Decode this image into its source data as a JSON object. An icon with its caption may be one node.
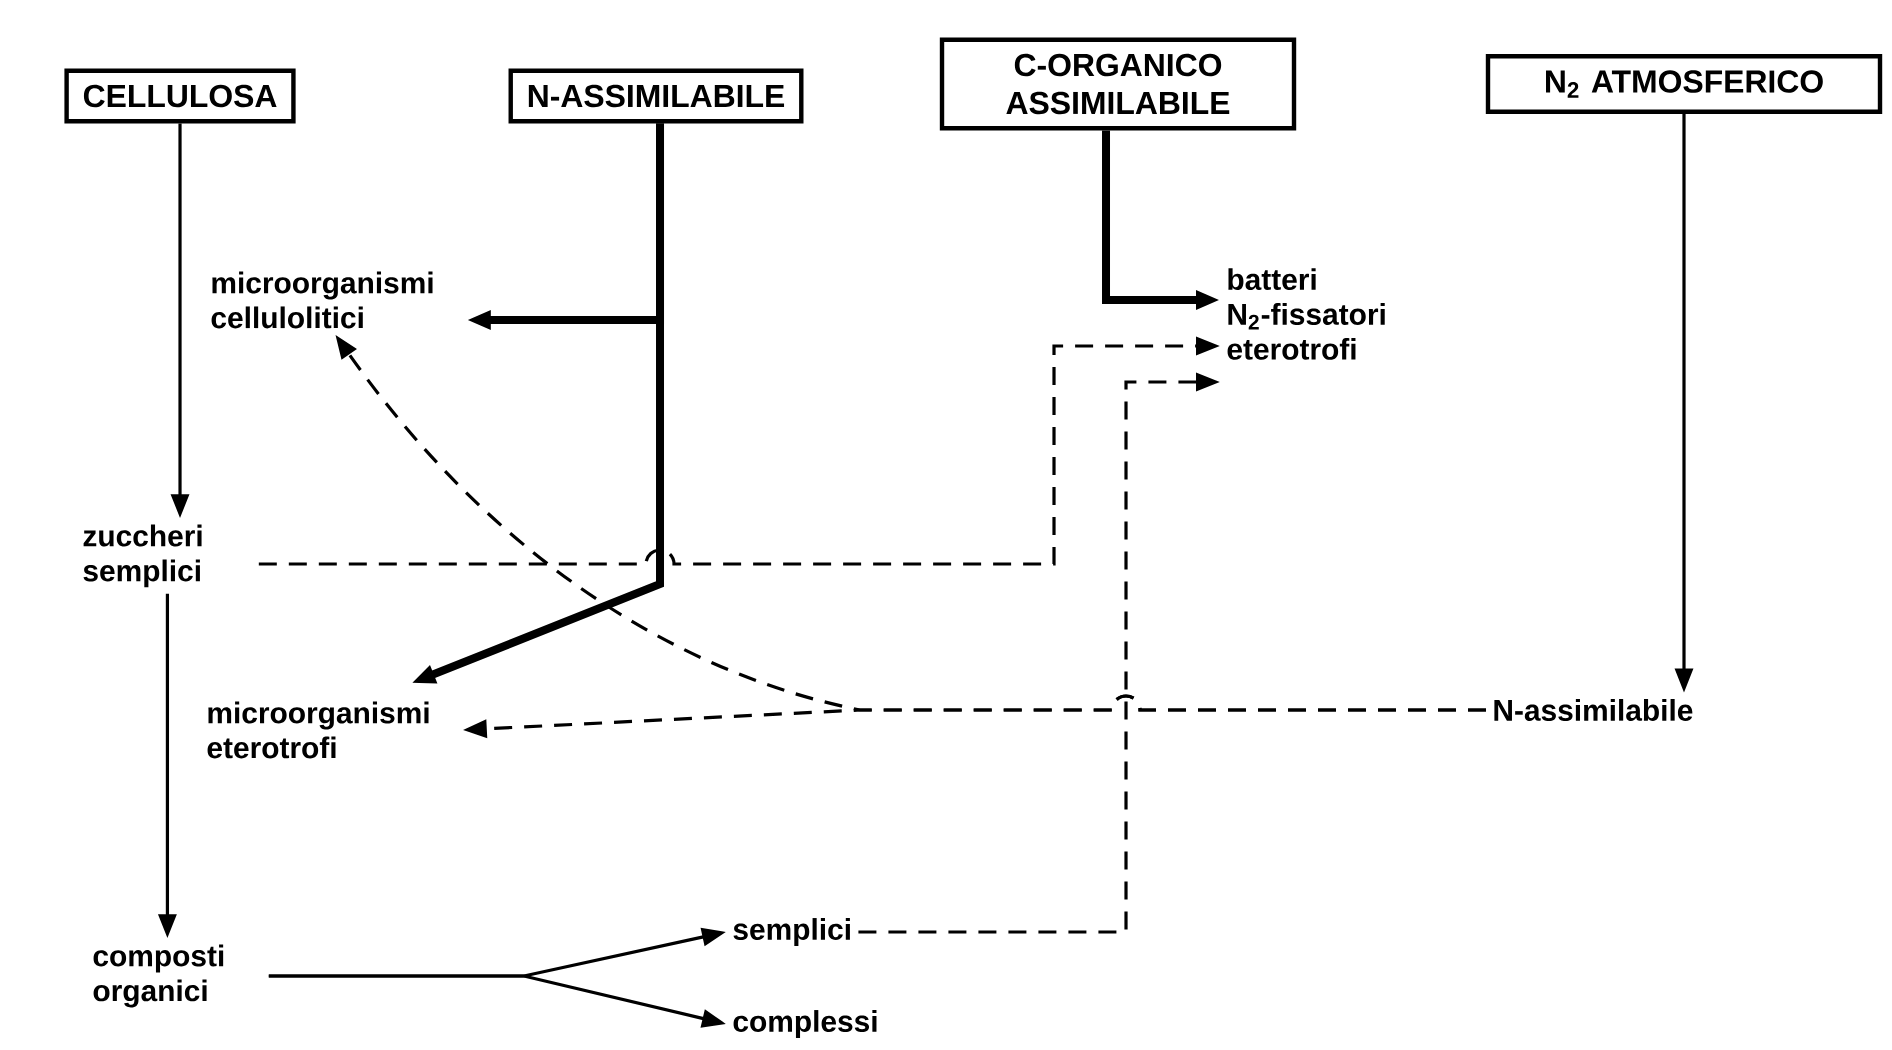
{
  "diagram": {
    "nodes": [
      {
        "text": [
          "CELLULOSA"
        ]
      },
      {
        "text": [
          "N-ASSIMILABILE"
        ]
      },
      {
        "text": [
          "C-ORGANICO ASSIMILABILE"
        ]
      },
      {
        "text": [
          "N$_{2}$ ATMOSFERICO"
        ]
      },
      {
        "text": [
          "microorganismi cellulolitici"
        ]
      },
      {
        "text": [
          "batteri N$_{2}$-fissatori eterotrofi"
        ]
      },
      {
        "text": [
          "zuccheri semplici"
        ]
      },
      {
        "text": [
          "microorganismi eterotrofi"
        ]
      },
      {
        "text": [
          "N-assimilabile"
        ]
      },
      {
        "text": [
          "composti organici"
        ]
      },
      {
        "text": [
          "semplici"
        ]
      },
      {
        "text": [
          "complessi"
        ]
      }
    ],
    "edges": [
      {
        "from": 0,
        "to": 6,
        "arrow": "to"
      },
      {
        "from": 6,
        "to": 9,
        "arrow": "to"
      },
      {
        "from": 1,
        "to": 4,
        "arrow": "to",
        "style": "thick"
      },
      {
        "from": 1,
        "to": 7,
        "arrow": "to",
        "style": "thick"
      },
      {
        "from": 2,
        "to": 5,
        "arrow": "to",
        "style": "thick"
      },
      {
        "from": 3,
        "to": 8,
        "arrow": "to"
      },
      {
        "from": 6,
        "to": 5,
        "arrow": "to",
        "style": "dashed"
      },
      {
        "from": 10,
        "to": 5,
        "arrow": "to",
        "style": "dashed"
      },
      {
        "from": 8,
        "to": 4,
        "arrow": "to",
        "style": "dashed"
      },
      {
        "from": 8,
        "to": 7,
        "arrow": "to",
        "style": "dashed"
      },
      {
        "from": 9,
        "to": 10,
        "arrow": "to"
      },
      {
        "from": 9,
        "to": 11,
        "arrow": "to"
      }
    ]
  }
}
